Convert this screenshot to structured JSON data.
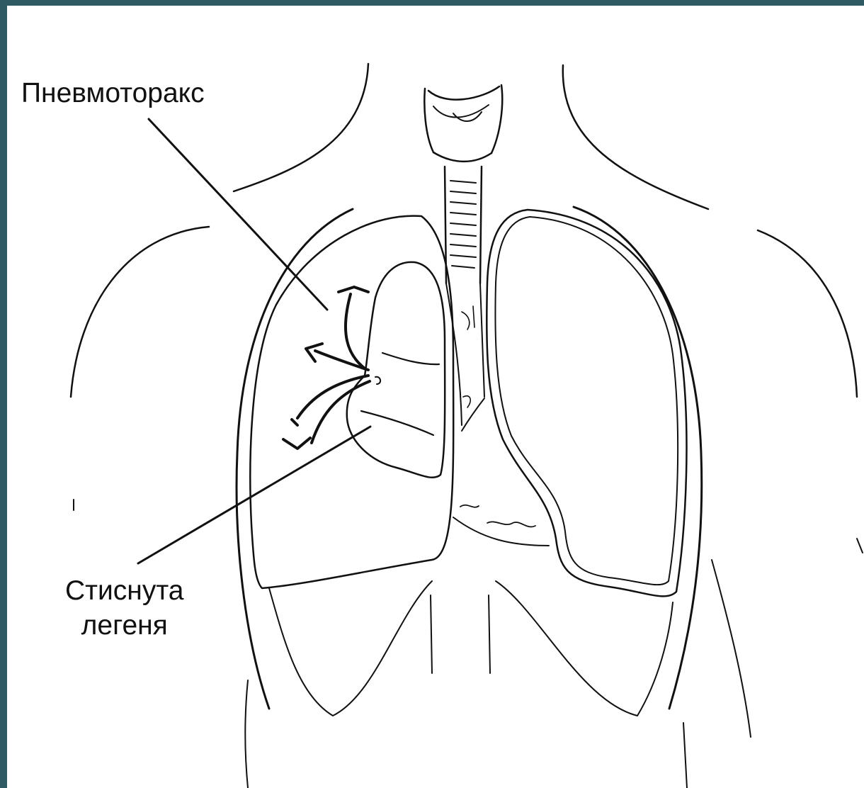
{
  "colors": {
    "frame": "#2e5b63",
    "line": "#111111",
    "background": "#ffffff"
  },
  "labels": {
    "pneumothorax": "Пневмоторакс",
    "compressed_lung_line1": "Стиснута",
    "compressed_lung_line2": "легеня"
  }
}
